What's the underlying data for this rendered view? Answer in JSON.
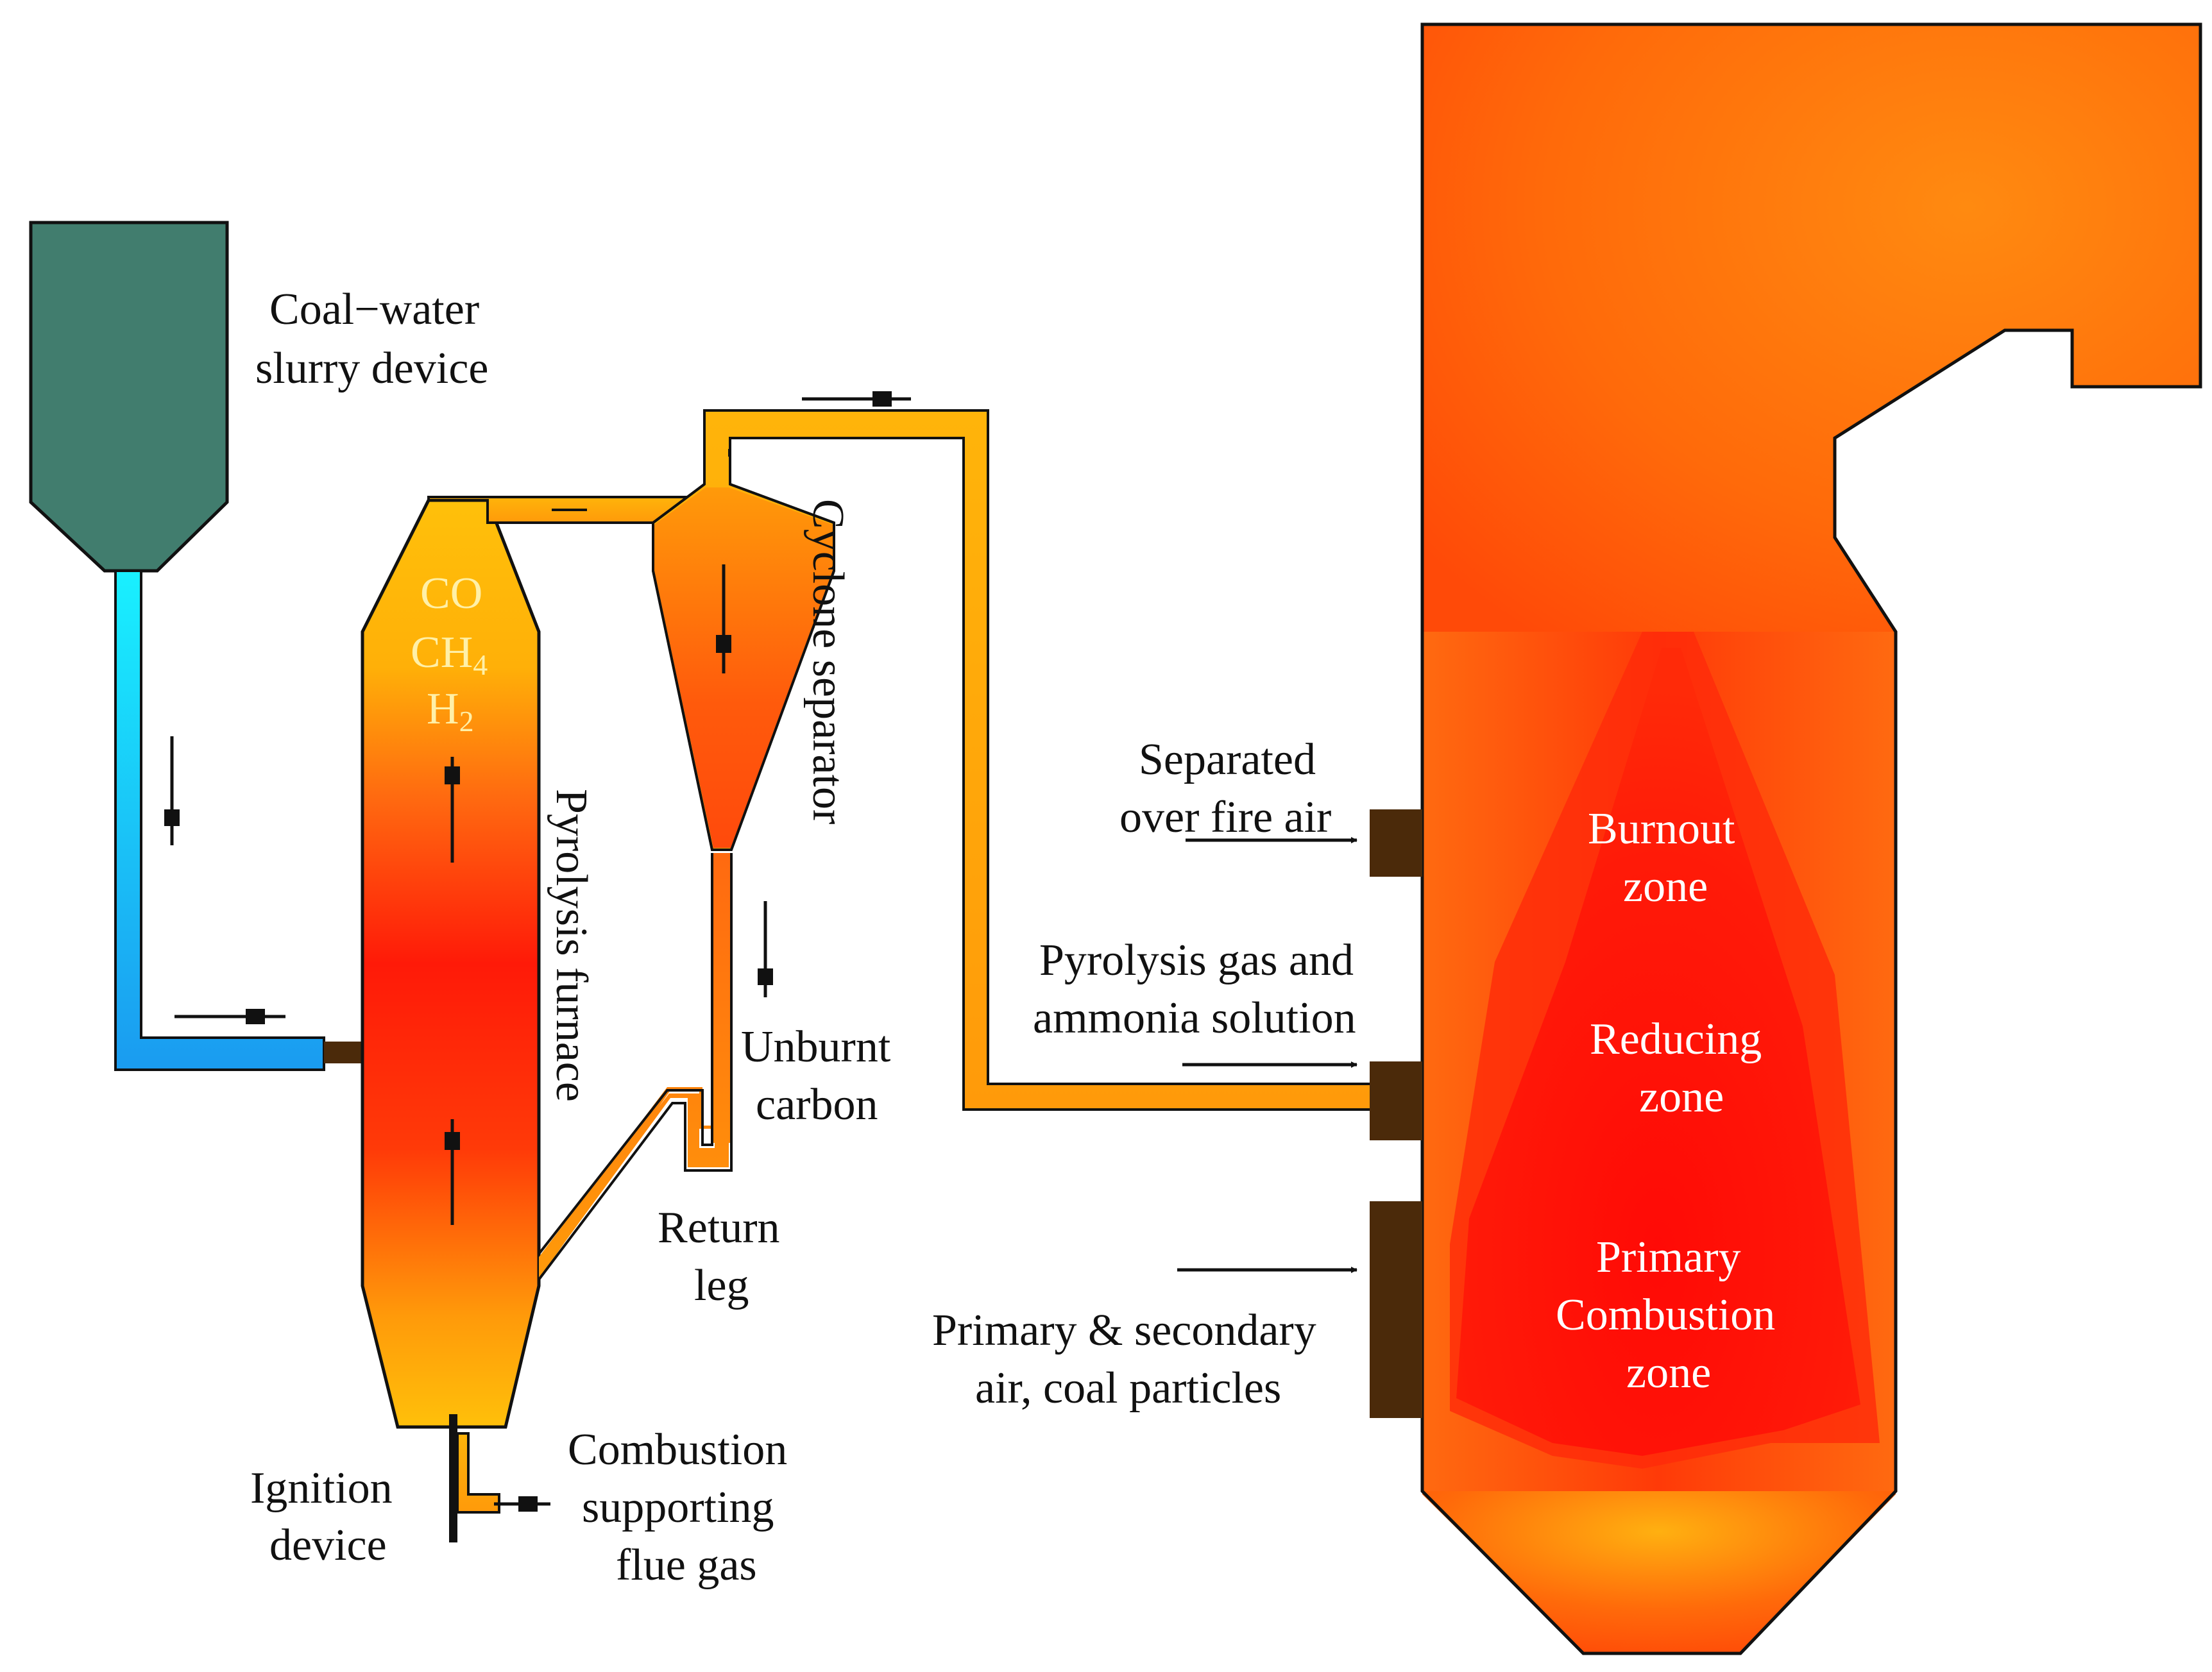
{
  "labels": {
    "coal_water_line1": "Coal−water",
    "coal_water_line2": "slurry device",
    "gas_co": "CO",
    "gas_ch4": "CH",
    "gas_ch4_sub": "4",
    "gas_h2": "H",
    "gas_h2_sub": "2",
    "pyrolysis_furnace": "Pyrolysis furnace",
    "cyclone_separator": "Cyclone separator",
    "unburnt_line1": "Unburnt",
    "unburnt_line2": "carbon",
    "return_leg_line1": "Return",
    "return_leg_line2": "leg",
    "ignition_line1": "Ignition",
    "ignition_line2": "device",
    "combustion_line1": "Combustion",
    "combustion_line2": "supporting",
    "combustion_line3": "flue gas",
    "sofa_line1": "Separated",
    "sofa_line2": "over fire air",
    "pyro_gas_line1": "Pyrolysis gas and",
    "pyro_gas_line2": "ammonia solution",
    "primary_air_line1": "Primary & secondary",
    "primary_air_line2": "air, coal particles",
    "burnout_line1": "Burnout",
    "burnout_line2": "zone",
    "reducing_line1": "Reducing",
    "reducing_line2": "zone",
    "primary_zone_line1": "Primary",
    "primary_zone_line2": "Combustion",
    "primary_zone_line3": "zone"
  },
  "colors": {
    "slurry_tank": "#417d6e",
    "slurry_pipe_light": "#19f0ff",
    "slurry_pipe_dark": "#1a9bf0",
    "flame_red": "#ff1a08",
    "flame_orange": "#ff5a0c",
    "flame_yellow": "#ffc00a",
    "port_brown": "#4b2a0a",
    "outline": "#111111"
  }
}
